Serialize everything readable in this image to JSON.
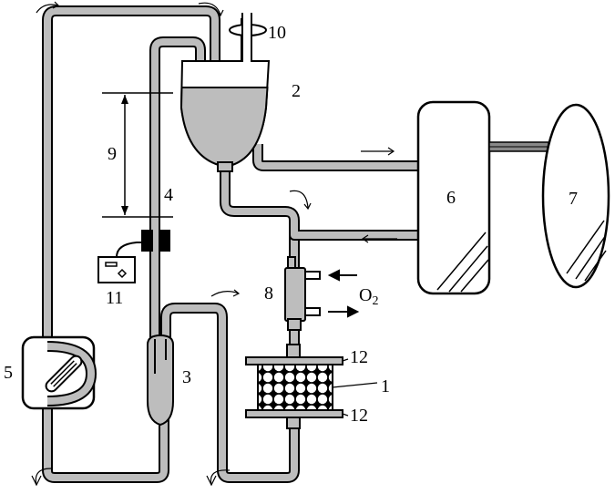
{
  "labels": {
    "bioreactor": "1",
    "reservoir": "2",
    "bubble_trap": "3",
    "return_line": "4",
    "pump": "5",
    "organ_block": "6",
    "liver": "7",
    "oxygenator": "8",
    "height": "9",
    "valve": "10",
    "sensor": "11",
    "endplate_top": "12",
    "endplate_bottom": "12"
  },
  "gas": {
    "o2_label_main": "O",
    "o2_label_sub": "2"
  },
  "colors": {
    "tube_fill": "#bdbdbd",
    "tube_outline": "#000000",
    "liquid": "#bdbdbd",
    "device_outline": "#000000"
  }
}
